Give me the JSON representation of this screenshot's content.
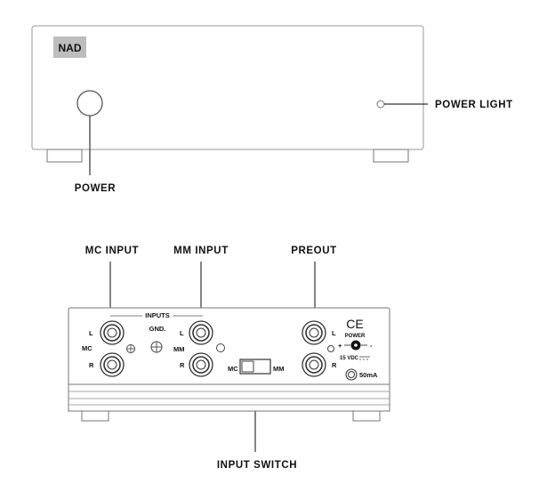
{
  "front": {
    "logo_text": "NAD",
    "power_label": "POWER",
    "power_light_label": "POWER LIGHT"
  },
  "rear": {
    "callouts": {
      "mc_input": "MC INPUT",
      "mm_input": "MM INPUT",
      "preout": "PREOUT",
      "input_switch": "INPUT SWITCH"
    },
    "panel": {
      "inputs_label": "INPUTS",
      "gnd_label": "GND.",
      "mc_l": "L",
      "mc_r": "R",
      "mc_side": "MC",
      "mm_l": "L",
      "mm_r": "R",
      "mm_side": "MM",
      "switch_mc": "MC",
      "switch_mm": "MM",
      "pre_l": "L",
      "pre_r": "R",
      "ce_mark": "CE",
      "power_label": "POWER",
      "plus": "+",
      "minus": "-",
      "vdc": "15 VDC",
      "fuse": "50mA"
    }
  },
  "colors": {
    "line": "#333333",
    "chassis_border": "#9a9a9a",
    "logo_bg": "#bdbdbd"
  }
}
